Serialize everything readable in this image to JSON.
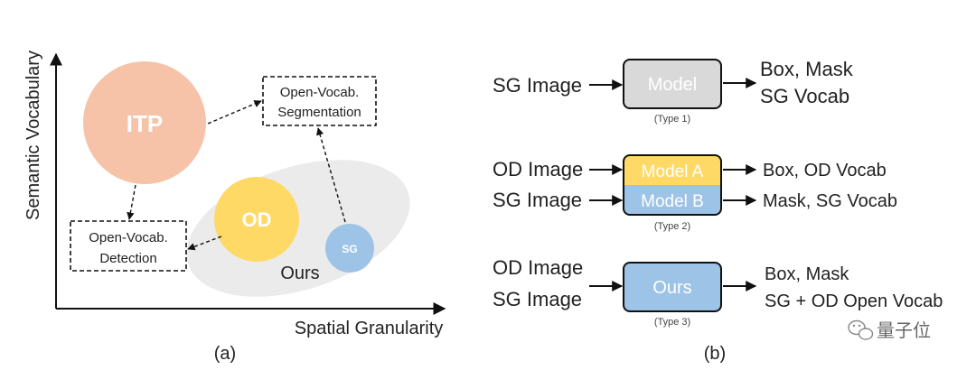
{
  "panel_a": {
    "caption": "(a)",
    "axis_y": "Semantic Vocabulary",
    "axis_x": "Spatial Granularity",
    "itp_label": "ITP",
    "od_label": "OD",
    "sg_label": "SG",
    "ours_label": "Ours",
    "seg_line1": "Open-Vocab.",
    "seg_line2": "Segmentation",
    "det_line1": "Open-Vocab.",
    "det_line2": "Detection"
  },
  "panel_b": {
    "caption": "(b)",
    "type1": {
      "input": "SG Image",
      "model": "Model",
      "out1": "Box, Mask",
      "out2": "SG Vocab",
      "tag": "(Type 1)"
    },
    "type2": {
      "input1": "OD Image",
      "input2": "SG Image",
      "model_a": "Model A",
      "model_b": "Model B",
      "out1": "Box, OD Vocab",
      "out2": "Mask, SG Vocab",
      "tag": "(Type 2)"
    },
    "type3": {
      "input1": "OD Image",
      "input2": "SG Image",
      "model": "Ours",
      "out1": "Box, Mask",
      "out2": "SG + OD Open Vocab",
      "tag": "(Type 3)"
    }
  },
  "watermark": {
    "icon": "wechat-icon",
    "text": "量子位"
  },
  "colors": {
    "itp": "#f6c3a8",
    "od": "#fed966",
    "sg": "#9dc3e6",
    "ours_region": "#ebebeb",
    "model_gray": "#d9d9d9",
    "model_yellow": "#fed966",
    "model_blue": "#9dc3e6"
  }
}
